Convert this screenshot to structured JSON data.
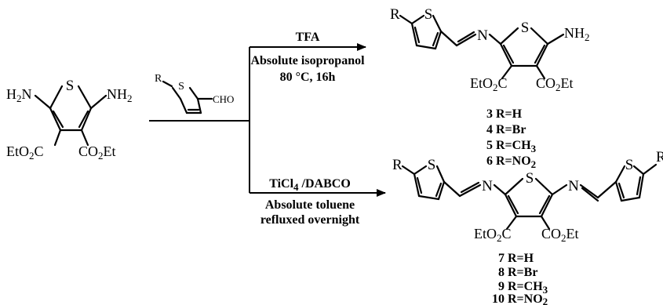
{
  "atoms": {
    "S": "S",
    "N": "N",
    "R": "R",
    "H2N": "H2N",
    "NH2": "NH2",
    "EtO2C": "EtO2C",
    "CO2Et": "CO2Et",
    "CHO": "CHO"
  },
  "conditions": {
    "upper_reagent": "TFA",
    "upper_solvent": "Absolute isopropanol",
    "upper_temp": "80 °C, 16h",
    "lower_reagent": "TiCl4 /DABCO",
    "lower_solvent": "Absolute toluene",
    "lower_time": "refluxed overnight"
  },
  "compounds_upper": [
    "3 R=H",
    "4 R=Br",
    "5 R=CH3",
    "6 R=NO2"
  ],
  "compounds_lower": [
    "7 R=H",
    "8 R=Br",
    "9 R=CH3",
    "10 R=NO2"
  ]
}
